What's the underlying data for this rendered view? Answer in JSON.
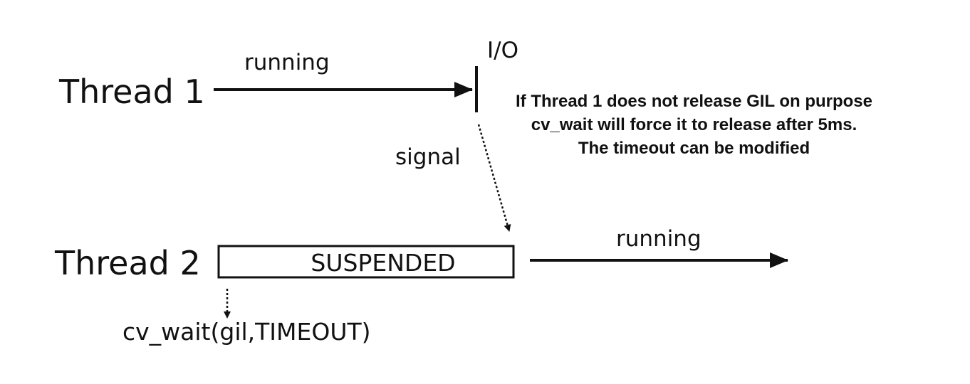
{
  "thread1": {
    "label": "Thread 1",
    "running_label": "running",
    "io_label": "I/O"
  },
  "signal_label": "signal",
  "note": {
    "lines": [
      "If Thread 1 does not release GIL on purpose",
      "cv_wait will force it to release after 5ms.",
      "The timeout can be modified"
    ]
  },
  "thread2": {
    "label": "Thread 2",
    "suspended_label": "SUSPENDED",
    "running_label": "running",
    "wait_call": "cv_wait(gil,TIMEOUT)"
  }
}
